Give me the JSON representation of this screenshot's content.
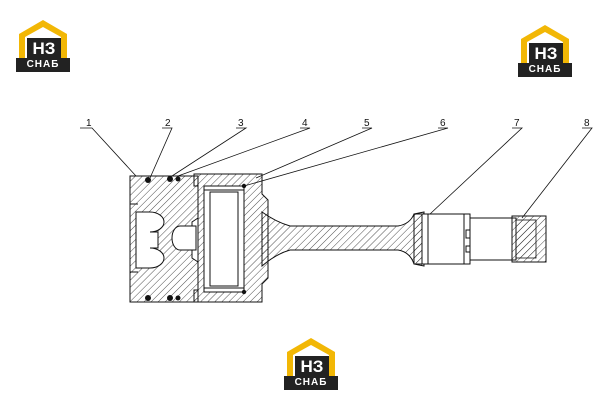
{
  "logo": {
    "mark_text": "НЗ",
    "name_text": "СНАБ",
    "accent_color": "#f2b705",
    "dark_color": "#222222"
  },
  "drawing": {
    "callouts": [
      "1",
      "2",
      "3",
      "4",
      "5",
      "6",
      "7",
      "8"
    ]
  }
}
